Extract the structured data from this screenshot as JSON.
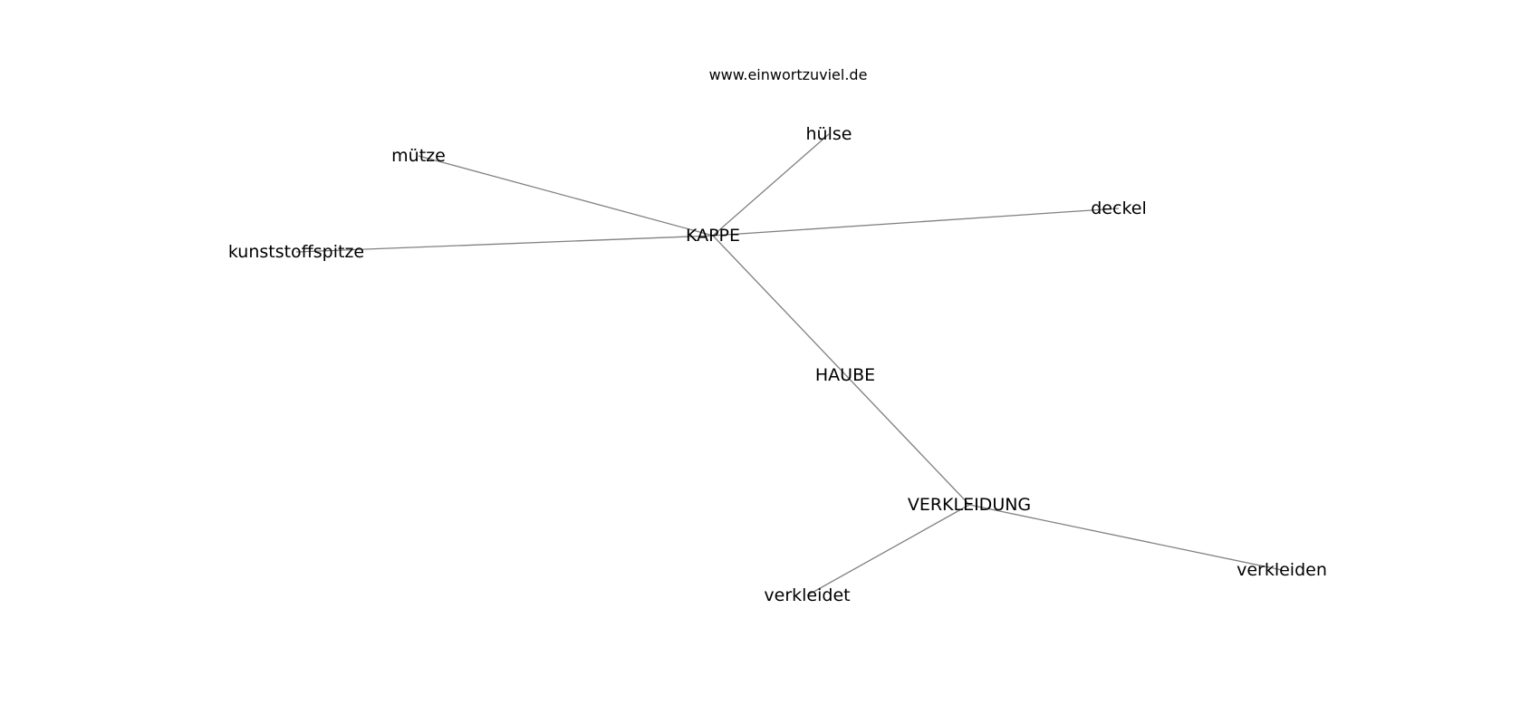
{
  "source": "www.einwortzuviel.de",
  "nodes": [
    {
      "id": "kappe",
      "label": "KAPPE"
    },
    {
      "id": "huelse",
      "label": "hülse"
    },
    {
      "id": "muetze",
      "label": "mütze"
    },
    {
      "id": "deckel",
      "label": "deckel"
    },
    {
      "id": "kunststoffspitze",
      "label": "kunststoffspitze"
    },
    {
      "id": "haube",
      "label": "HAUBE"
    },
    {
      "id": "verkleidung",
      "label": "VERKLEIDUNG"
    },
    {
      "id": "verkleidet",
      "label": "verkleidet"
    },
    {
      "id": "verkleiden",
      "label": "verkleiden"
    }
  ],
  "edges": [
    {
      "from": "kappe",
      "to": "huelse"
    },
    {
      "from": "kappe",
      "to": "muetze"
    },
    {
      "from": "kappe",
      "to": "deckel"
    },
    {
      "from": "kappe",
      "to": "kunststoffspitze"
    },
    {
      "from": "kappe",
      "to": "verkleidung"
    },
    {
      "from": "verkleidung",
      "to": "verkleidet"
    },
    {
      "from": "verkleidung",
      "to": "verkleiden"
    }
  ]
}
